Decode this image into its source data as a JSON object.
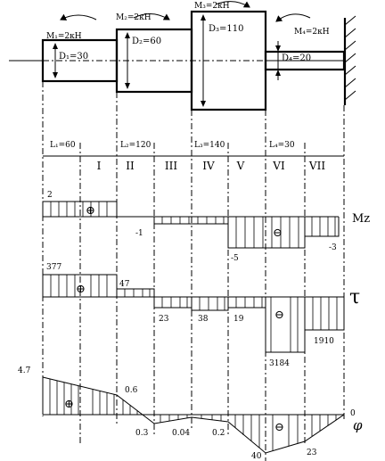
{
  "diagram": {
    "moments": [
      {
        "label": "M₁=2кН"
      },
      {
        "label": "M₂=2кН"
      },
      {
        "label": "M₃=2кН"
      },
      {
        "label": "M₄=2кН"
      }
    ],
    "diameters": [
      {
        "label": "D₁=30"
      },
      {
        "label": "D₂=60"
      },
      {
        "label": "D₃=110"
      },
      {
        "label": "D₄=20"
      }
    ],
    "lengths": [
      {
        "label": "L₁=60"
      },
      {
        "label": "L₂=120"
      },
      {
        "label": "L₃=140"
      },
      {
        "label": "L₄=30"
      }
    ],
    "sections": [
      "I",
      "II",
      "III",
      "IV",
      "V",
      "VI",
      "VII"
    ],
    "torque": {
      "axis_label": "Mz",
      "values": [
        "2",
        "-1",
        "-5",
        "-3"
      ],
      "sign_pos": "⊕",
      "sign_neg": "⊖"
    },
    "stress": {
      "axis_label": "τ",
      "values": [
        "377",
        "47",
        "23",
        "38",
        "19",
        "3184",
        "1910"
      ],
      "sign_pos": "⊕",
      "sign_neg": "⊖"
    },
    "angle": {
      "axis_label": "φ",
      "values": [
        "4.7",
        "0.6",
        "0.3",
        "0.04",
        "0.2",
        "40",
        "23",
        "0"
      ],
      "sign_pos": "⊕",
      "sign_neg": "⊖"
    }
  }
}
